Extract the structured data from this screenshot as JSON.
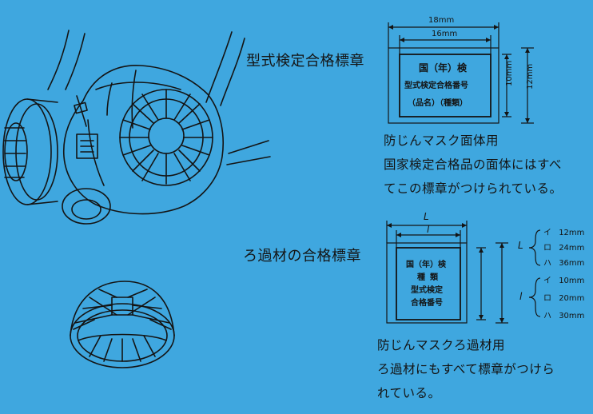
{
  "mask_mark": {
    "title": "型式検定合格標章",
    "dim_outer_width": "18mm",
    "dim_inner_width": "16mm",
    "dim_inner_height": "10mm",
    "dim_outer_height": "12mm",
    "stamp_line1": "国（年）検",
    "stamp_line2": "型式検定合格番号",
    "stamp_line3": "（品名）（種類）",
    "caption_title": "防じんマスク面体用",
    "caption_line1": "国家検定合格品の面体にはすべ",
    "caption_line2": "てこの標章がつけられている。"
  },
  "filter_mark": {
    "title": "ろ過材の合格標章",
    "dim_L": "L",
    "dim_l": "l",
    "stamp_line1": "国（年）検",
    "stamp_line2": "種類",
    "stamp_line3": "型式検定",
    "stamp_line4": "合格番号",
    "size_L_symbol": "L",
    "size_L_options": [
      {
        "kana": "イ",
        "size": "12mm"
      },
      {
        "kana": "ロ",
        "size": "24mm"
      },
      {
        "kana": "ハ",
        "size": "36mm"
      }
    ],
    "size_l_symbol": "l",
    "size_l_options": [
      {
        "kana": "イ",
        "size": "10mm"
      },
      {
        "kana": "ロ",
        "size": "20mm"
      },
      {
        "kana": "ハ",
        "size": "30mm"
      }
    ],
    "caption_title": "防じんマスクろ過材用",
    "caption_line1": "ろ過材にもすべて標章がつけら",
    "caption_line2": "れている。"
  },
  "colors": {
    "background": "#3fa7df",
    "ink": "#141414"
  }
}
